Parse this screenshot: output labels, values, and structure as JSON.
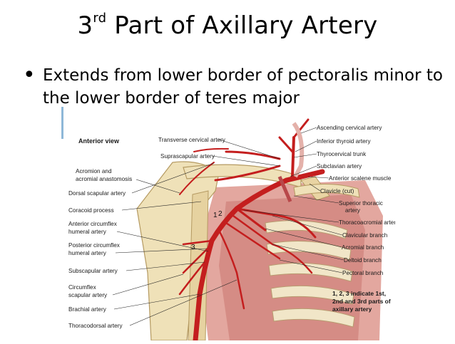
{
  "slide": {
    "title_num": "3",
    "title_sup": "rd",
    "title_rest": " Part of Axillary Artery",
    "bullet_text": "Extends from lower border of pectoralis minor to the lower border of teres major"
  },
  "figure": {
    "view_label": "Anterior view",
    "labels": {
      "ascending_cervical": "Ascending cervical artery",
      "inferior_thyroid": "Inferior thyroid artery",
      "transverse_cervical": "Transverse cervical artery",
      "thyrocervical": "Thyrocervical trunk",
      "suprascapular": "Suprascapular artery",
      "subclavian": "Subclavian artery",
      "acromion_1": "Acromion and",
      "acromion_2": "acromial anastomosis",
      "anterior_scalene": "Anterior scalene muscle",
      "clavicle": "Clavicle (cut)",
      "dorsal_scapular": "Dorsal scapular artery",
      "superior_thoracic_1": "Superior thoracic",
      "superior_thoracic_2": "artery",
      "coracoid": "Coracoid process",
      "thoracoacromial": "Thoracoacromial artery",
      "ant_circ_1": "Anterior circumflex",
      "ant_circ_2": "humeral artery",
      "clavicular_branch": "Clavicular branch",
      "post_circ_1": "Posterior circumflex",
      "post_circ_2": "humeral artery",
      "acromial_branch": "Acromial branch",
      "deltoid_branch": "Deltoid branch",
      "subscapular": "Subscapular artery",
      "pectoral_branch": "Pectoral branch",
      "circ_scap_1": "Circumflex",
      "circ_scap_2": "scapular artery",
      "brachial": "Brachial artery",
      "thoracodorsal": "Thoracodorsal artery",
      "num1": "1",
      "num2": "2",
      "num3": "3",
      "note_1": "1, 2, 3 indicate 1st,",
      "note_2": "2nd and 3rd parts of",
      "note_3": "axillary artery"
    }
  }
}
